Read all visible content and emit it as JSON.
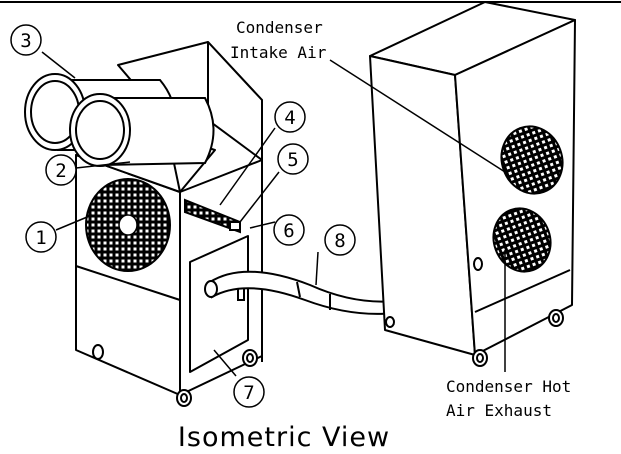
{
  "callouts": [
    "1",
    "2",
    "3",
    "4",
    "5",
    "6",
    "7",
    "8"
  ],
  "labels": {
    "intake_line1": "Condenser",
    "intake_line2": "Intake Air",
    "exhaust_line1": "Condenser Hot",
    "exhaust_line2": "Air Exhaust"
  },
  "caption": "Isometric View",
  "colors": {
    "ink": "#000000",
    "background": "#ffffff"
  }
}
